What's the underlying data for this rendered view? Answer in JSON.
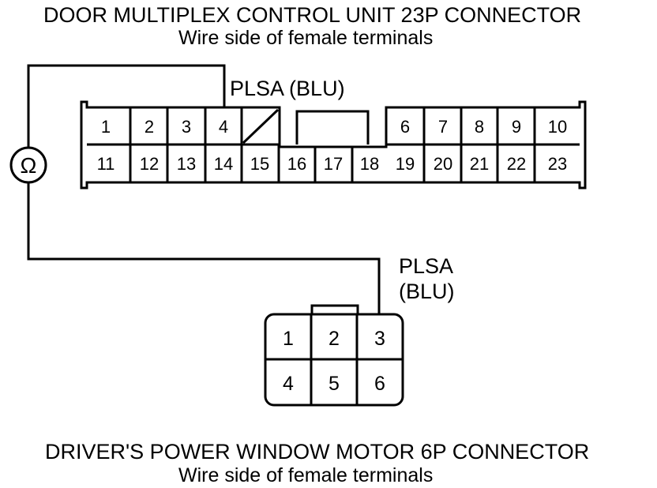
{
  "top_connector": {
    "title": "DOOR MULTIPLEX CONTROL UNIT 23P CONNECTOR",
    "subtitle": "Wire side of female terminals",
    "wire_label": "PLSA (BLU)",
    "row1": [
      "1",
      "2",
      "3",
      "4",
      "",
      "",
      "",
      "",
      "6",
      "7",
      "8",
      "9",
      "10"
    ],
    "row2": [
      "11",
      "12",
      "13",
      "14",
      "15",
      "16",
      "17",
      "18",
      "19",
      "20",
      "21",
      "22",
      "23"
    ]
  },
  "bottom_connector": {
    "title": "DRIVER'S POWER WINDOW MOTOR 6P CONNECTOR",
    "subtitle": "Wire side of female terminals",
    "wire_label_line1": "PLSA",
    "wire_label_line2": "(BLU)",
    "row1": [
      "1",
      "2",
      "3"
    ],
    "row2": [
      "4",
      "5",
      "6"
    ]
  },
  "meter": {
    "symbol": "Ω"
  }
}
